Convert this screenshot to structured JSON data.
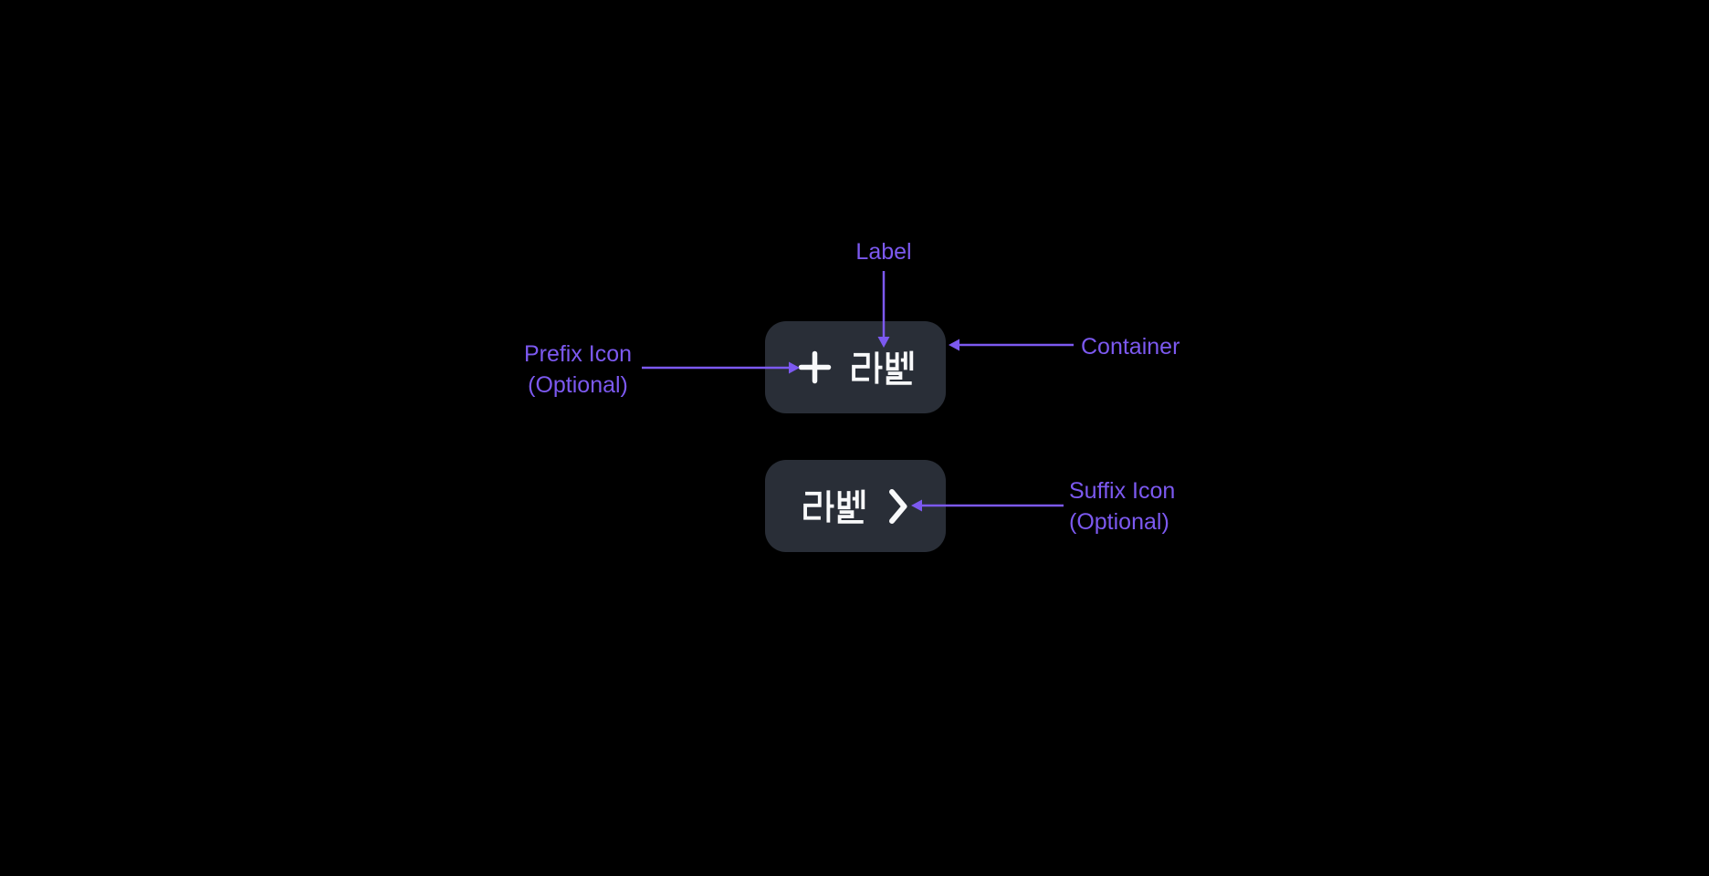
{
  "colors": {
    "canvas_bg": "#000000",
    "accent": "#7C59F0",
    "button_bg": "#292E37",
    "button_fg": "#F8F9FA"
  },
  "buttons": {
    "top": {
      "label": "라벨",
      "prefix_icon": "plus-icon"
    },
    "bottom": {
      "label": "라벨",
      "suffix_icon": "chevron-right-icon"
    }
  },
  "annotations": {
    "label": {
      "text": "Label"
    },
    "prefix_icon": {
      "line1": "Prefix Icon",
      "line2": "(Optional)"
    },
    "container": {
      "text": "Container"
    },
    "suffix_icon": {
      "line1": "Suffix Icon",
      "line2": "(Optional)"
    }
  }
}
